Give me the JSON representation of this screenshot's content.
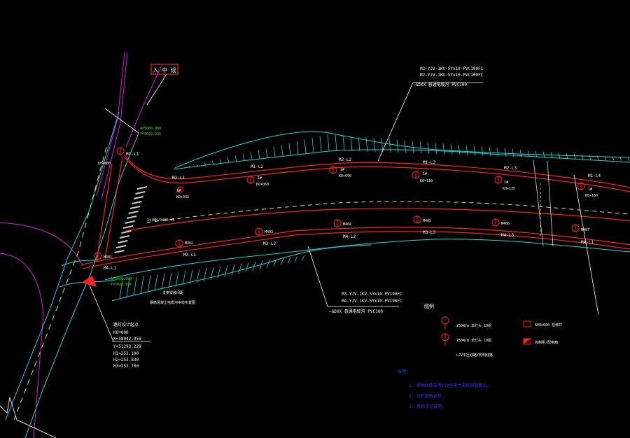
{
  "colors": {
    "background": "#000000",
    "road_edge": "#ff2020",
    "slope": "#19d6d6",
    "centerline": "#e8e81a",
    "boundary": "#d81ad8",
    "leader": "#ffffff",
    "green_text": "#22ee22",
    "note_text": "#2a3aff"
  },
  "top_tag": "入 中 线",
  "cable_upper": {
    "line1": "M2-YJV-1KV-5Yx10-PVC100FC",
    "line2": "M2-YJV-1KV-5Yx10-PVC100FC",
    "line3": "—GDXX 普通电缆沟 PVC100"
  },
  "cable_lower": {
    "line1": "M3-YJV-1KV-5Yx10-PVC90FC",
    "line2": "M4-YJV-1KV-5Yx10-PVC90FC",
    "line3": "—GDXX 普通电缆沟 PVC100"
  },
  "upper_line_labels": [
    "M1-L2",
    "M2-L2",
    "M1-L3",
    "M2-L3",
    "M1-L4"
  ],
  "upper_boxes": [
    {
      "no": "1#",
      "km": "K0+035"
    },
    {
      "no": "1#",
      "km": "K0+060"
    },
    {
      "no": "1#",
      "km": "K0+090"
    },
    {
      "no": "1#",
      "km": "K0+110"
    },
    {
      "no": "1#",
      "km": "K0+135"
    },
    {
      "no": "1#",
      "km": "K0+160"
    }
  ],
  "m2_l1": "M2-L1",
  "lower_pole_labels": [
    "M402",
    "M403",
    "M404",
    "M405",
    "M406",
    "M407"
  ],
  "lower_line_labels": [
    "M3-L1",
    "M3-L2",
    "M4-L2",
    "M3-L3",
    "M4-L3",
    "M4-L1"
  ],
  "left_labels": {
    "h_top": "M1-L1",
    "km_top": "K0+000",
    "h1": "M401",
    "h1_line": "M4-L1",
    "crosswalk": "1x(BH-D400)x5"
  },
  "green_texts": [
    "A=5800.000",
    "Y=5029.936",
    "A=5800.000",
    "Y=5029.936"
  ],
  "mid_texts": {
    "lower_note": "支架安装间距",
    "lower_note2": "钢筋混凝土电缆沟中线布置图"
  },
  "coords": {
    "title": "路灯设计起点",
    "km": "K0+000",
    "x": "X=58042.950",
    "y": "Y=51293.228",
    "h1": "H1=253.100",
    "h2": "H2=253.830",
    "h3": "H3=253.700"
  },
  "legend": {
    "title": "图例",
    "items": [
      {
        "label": "250W/m 单灯头  10组",
        "icon": "lamp-single-icon"
      },
      {
        "label": "150W/m 单灯头  10组",
        "icon": "lamp-double-icon"
      },
      {
        "label": "LJV中压线路/照明线路",
        "icon": "line-icon"
      },
      {
        "label": "600x600 检修井",
        "icon": "box-icon"
      },
      {
        "label": "控制柜/配电箱",
        "icon": "cabinet-icon"
      }
    ]
  },
  "notes": {
    "title": "说明：",
    "items": [
      "1. 照明线路采用YJV型电力电缆穿管敷设。",
      "2. 灯杆基础详见。",
      "3. 其余详见说明。"
    ]
  }
}
